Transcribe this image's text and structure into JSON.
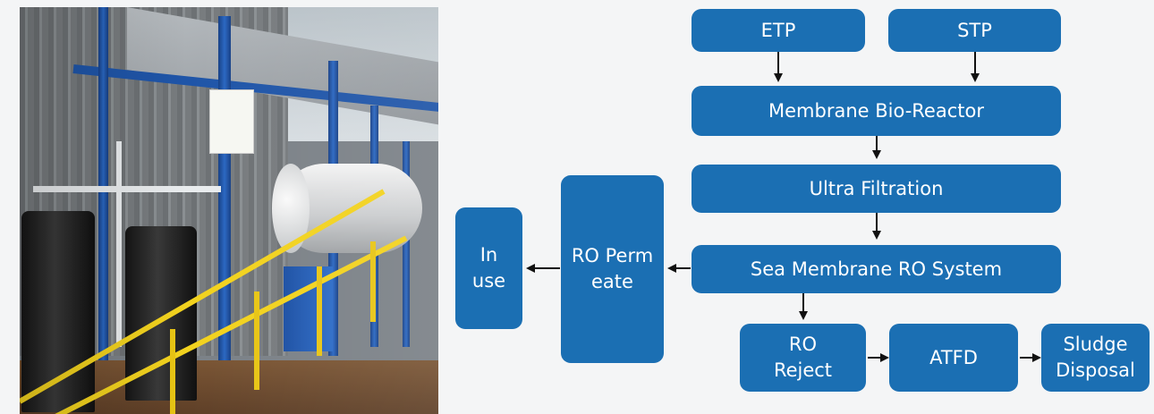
{
  "diagram": {
    "box_color": "#1b6fb3",
    "text_color": "#ffffff",
    "arrow_color": "#111111",
    "nodes": {
      "etp": "ETP",
      "stp": "STP",
      "mbr": "Membrane Bio-Reactor",
      "uf": "Ultra Filtration",
      "swro": "Sea Membrane RO System",
      "permeate": "RO Perm\neate",
      "inuse": "In\nuse",
      "reject": "RO\nReject",
      "atfd": "ATFD",
      "sludge": "Sludge\nDisposal"
    }
  },
  "photo": {
    "subject": "water treatment plant with blue steel columns, black storage tanks, white horizontal tank and yellow handrail",
    "colors": {
      "steel": "#1f55a8",
      "rail": "#f2d21e",
      "tank": "#1a1a1a"
    }
  }
}
